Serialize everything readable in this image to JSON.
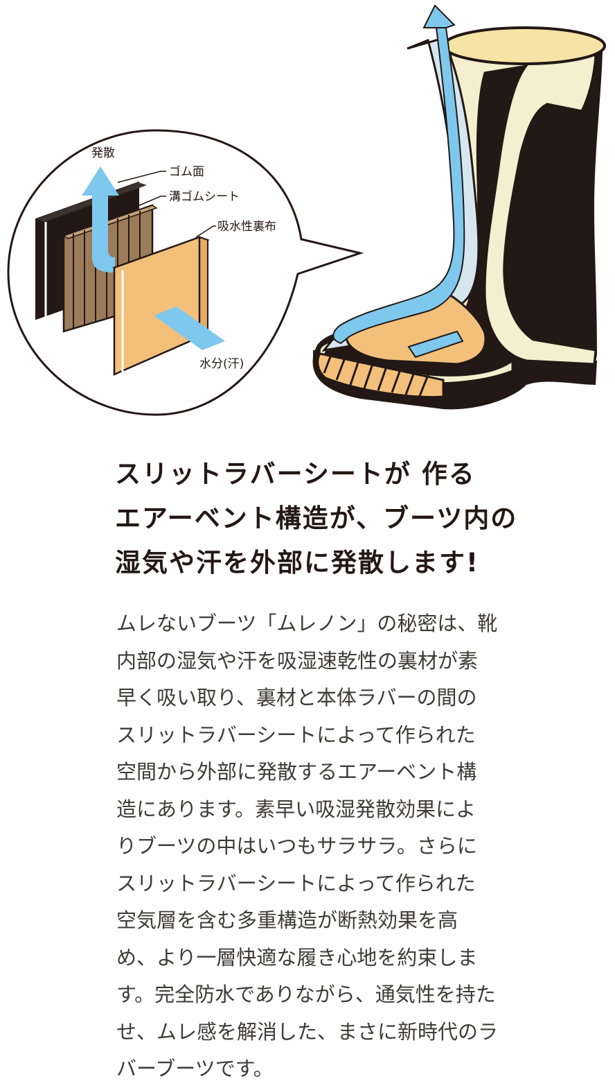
{
  "diagram": {
    "labels": {
      "evaporation": "発散",
      "rubber_surface": "ゴム面",
      "grooved_rubber_sheet": "溝ゴムシート",
      "absorbent_lining": "吸水性裏布",
      "moisture_sweat": "水分(汗)"
    },
    "colors": {
      "airflow_arrow": "#7ec8ee",
      "lining": "#f3c07c",
      "grooved_sheet": "#9c7b5a",
      "rubber": "#231815",
      "boot_inner": "#f6efcf"
    }
  },
  "headline": {
    "lines": [
      "スリットラバーシートが 作る",
      "エアーベント構造が、ブーツ内の",
      "湿気や汗を外部に発散します!"
    ]
  },
  "body": {
    "lines": [
      "ムレないブーツ「ムレノン」の秘密は、靴",
      "内部の湿気や汗を吸湿速乾性の裏材が素",
      "早く吸い取り、裏材と本体ラバーの間の",
      "スリットラバーシートによって作られた",
      "空間から外部に発散するエアーベント構",
      "造にあります。素早い吸湿発散効果によ",
      "りブーツの中はいつもサラサラ。さらに",
      "スリットラバーシートによって作られた",
      "空気層を含む多重構造が断熱効果を高",
      "め、より一層快適な履き心地を約束しま",
      "す。完全防水でありながら、通気性を持た",
      "せ、ムレ感を解消した、まさに新時代のラ",
      "バーブーツです。"
    ]
  }
}
